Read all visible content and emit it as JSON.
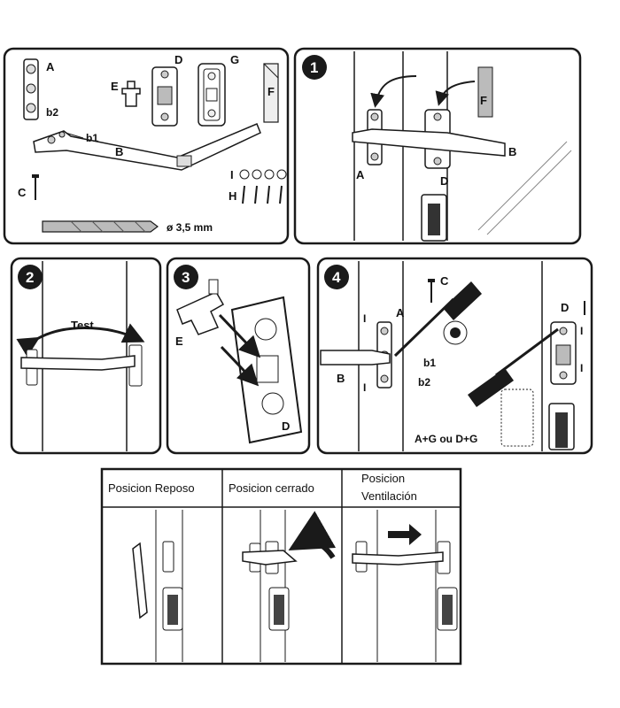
{
  "panel_parts": {
    "labels": {
      "a": "A",
      "b": "B",
      "b1": "b1",
      "b2": "b2",
      "c": "C",
      "d": "D",
      "e": "E",
      "f": "F",
      "g": "G",
      "h": "H",
      "i": "I"
    },
    "drill": "ø 3,5 mm"
  },
  "step1": {
    "number": "1",
    "labels": {
      "a": "A",
      "b": "B",
      "d": "D",
      "f": "F"
    }
  },
  "step2": {
    "number": "2",
    "test": "Test"
  },
  "step3": {
    "number": "3",
    "labels": {
      "e": "E",
      "d": "D"
    }
  },
  "step4": {
    "number": "4",
    "labels": {
      "a": "A",
      "b": "B",
      "b1": "b1",
      "b2": "b2",
      "c": "C",
      "d": "D",
      "i1": "I",
      "i2": "I",
      "i3": "I",
      "i4": "I"
    },
    "combo": "A+G ou D+G"
  },
  "positions": {
    "reposo": "Posicion Reposo",
    "cerrado": "Posicion cerrado",
    "ventilacion_line1": "Posicion",
    "ventilacion_line2": "Ventilación"
  },
  "colors": {
    "ink": "#1a1a1a",
    "grey": "#9a9a9a",
    "light": "#e6e6e6",
    "paper": "#ffffff"
  }
}
